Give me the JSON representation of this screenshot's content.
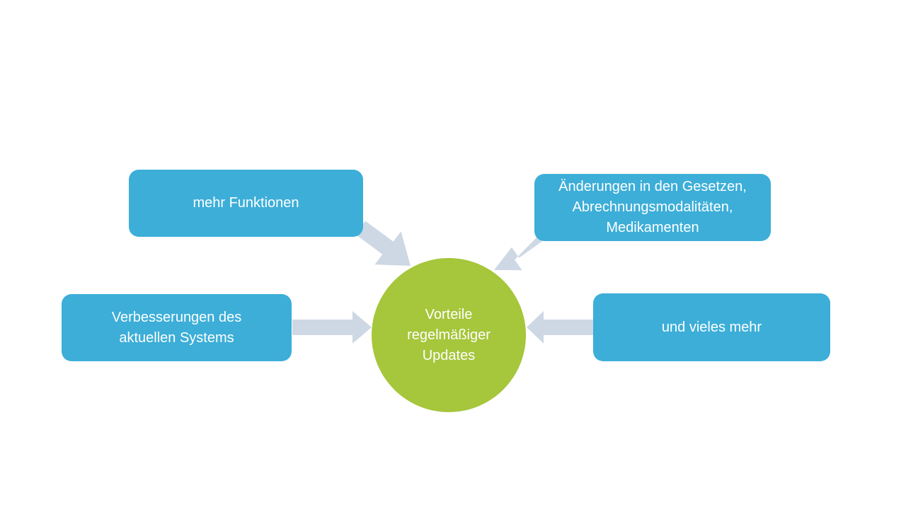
{
  "center": {
    "label": "Vorteile\nregelmäßiger\nUpdates",
    "color": "#a6c63b"
  },
  "nodes": {
    "top_left": "mehr Funktionen",
    "top_right": "Änderungen in den Gesetzen,\nAbrechnungsmodalitäten,\nMedikamenten",
    "middle_left": "Verbesserungen des\naktuellen Systems",
    "middle_right": "und vieles mehr"
  },
  "colors": {
    "box": "#3caed8",
    "arrow": "#cdd8e4",
    "text": "#ffffff"
  }
}
